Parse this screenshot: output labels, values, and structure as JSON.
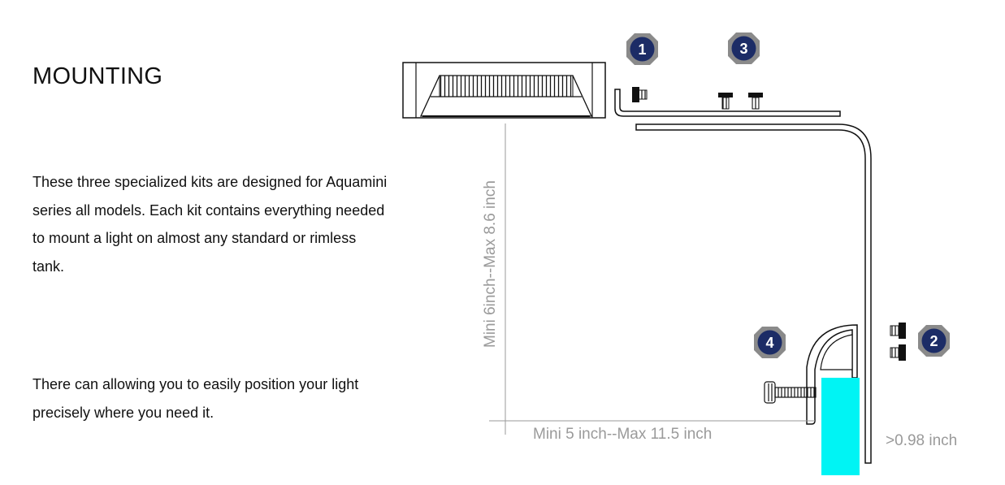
{
  "heading": "MOUNTING",
  "paragraphs": [
    "These three specialized kits are designed for Aquamini series all models. Each kit contains everything needed to mount a light on almost any standard or rimless tank.",
    "There can allowing you to easily position your light precisely where you need it."
  ],
  "diagram": {
    "height_label": "Mini 6inch--Max 8.6 inch",
    "width_label": "Mini 5 inch--Max 11.5 inch",
    "thickness_label": ">0.98 inch",
    "callouts": [
      "1",
      "2",
      "3",
      "4"
    ],
    "colors": {
      "badge_fill": "#1c2c66",
      "badge_ring": "#8a8a8a",
      "glass": "#00f4f4",
      "line": "#111111",
      "dimension": "#9a9a9a"
    }
  }
}
